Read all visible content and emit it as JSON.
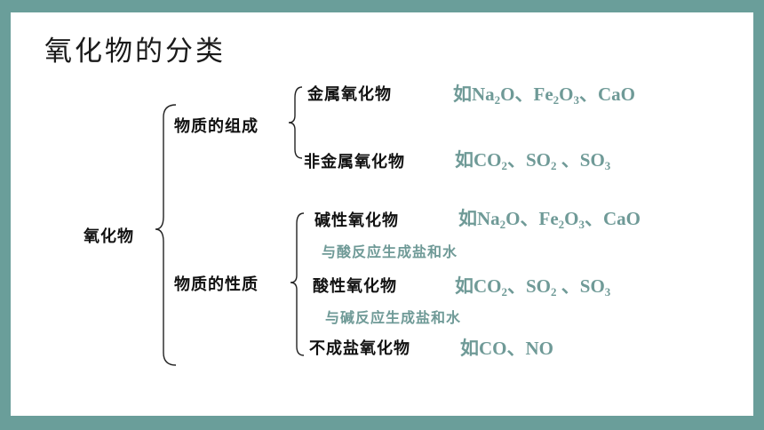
{
  "slide": {
    "title": "氧化物的分类",
    "root_label": "氧化物",
    "by_composition": {
      "label": "物质的组成",
      "items": [
        {
          "label": "金属氧化物",
          "example": {
            "prefix": "如",
            "parts": [
              "Na",
              "2",
              "O、Fe",
              "2",
              "O",
              "3",
              "、CaO"
            ]
          }
        },
        {
          "label": "非金属氧化物",
          "example": {
            "prefix": "如",
            "parts": [
              "CO",
              "2",
              "、SO",
              "2",
              " 、SO",
              "3"
            ]
          }
        }
      ]
    },
    "by_property": {
      "label": "物质的性质",
      "items": [
        {
          "label": "碱性氧化物",
          "example": {
            "prefix": "如",
            "parts": [
              "Na",
              "2",
              "O、Fe",
              "2",
              "O",
              "3",
              "、CaO"
            ]
          },
          "note": "与酸反应生成盐和水"
        },
        {
          "label": "酸性氧化物",
          "example": {
            "prefix": "如",
            "parts": [
              "CO",
              "2",
              "、SO",
              "2",
              " 、SO",
              "3"
            ]
          },
          "note": "与碱反应生成盐和水"
        },
        {
          "label": "不成盐氧化物",
          "example": {
            "prefix": "如",
            "parts": [
              "CO、NO"
            ]
          }
        }
      ]
    }
  },
  "colors": {
    "frame": "#6a9e9a",
    "accent_text": "#6f9a97",
    "body_text": "#111111"
  }
}
